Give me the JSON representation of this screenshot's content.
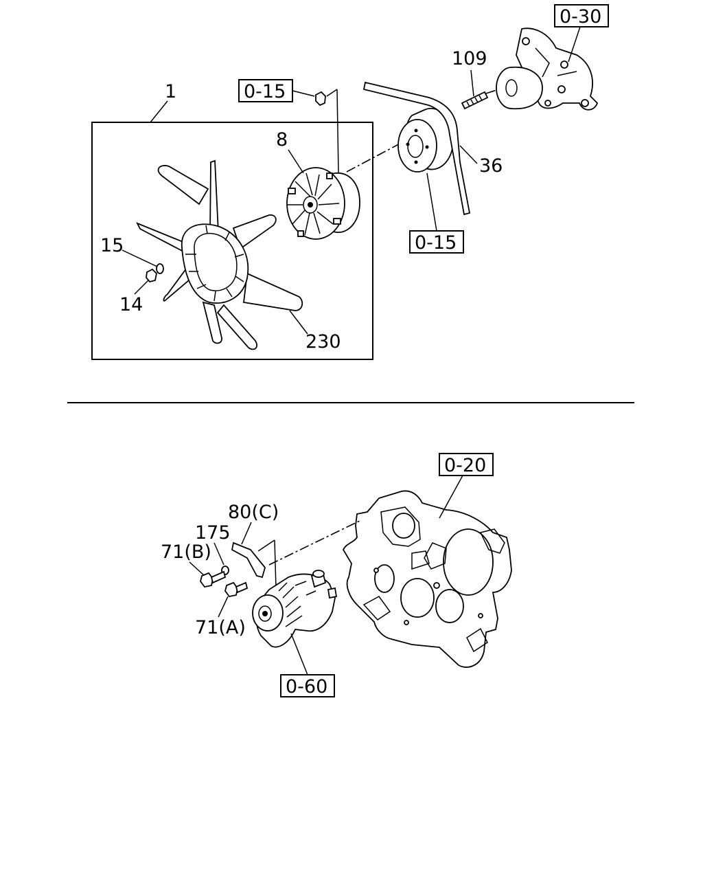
{
  "diagram": {
    "part_labels": {
      "assembly": "1",
      "clutch": "8",
      "washer": "15",
      "nut": "14",
      "fan": "230",
      "belt": "36",
      "stud": "109",
      "bolt_a": "71(A)",
      "bolt_b": "71(B)",
      "washer_175": "175",
      "bracket": "80(C)"
    },
    "references": {
      "nut_ref": "0-15",
      "pulley_ref": "0-15",
      "pump_ref": "0-30",
      "case_ref": "0-20",
      "pump_bottom_ref": "0-60"
    }
  }
}
